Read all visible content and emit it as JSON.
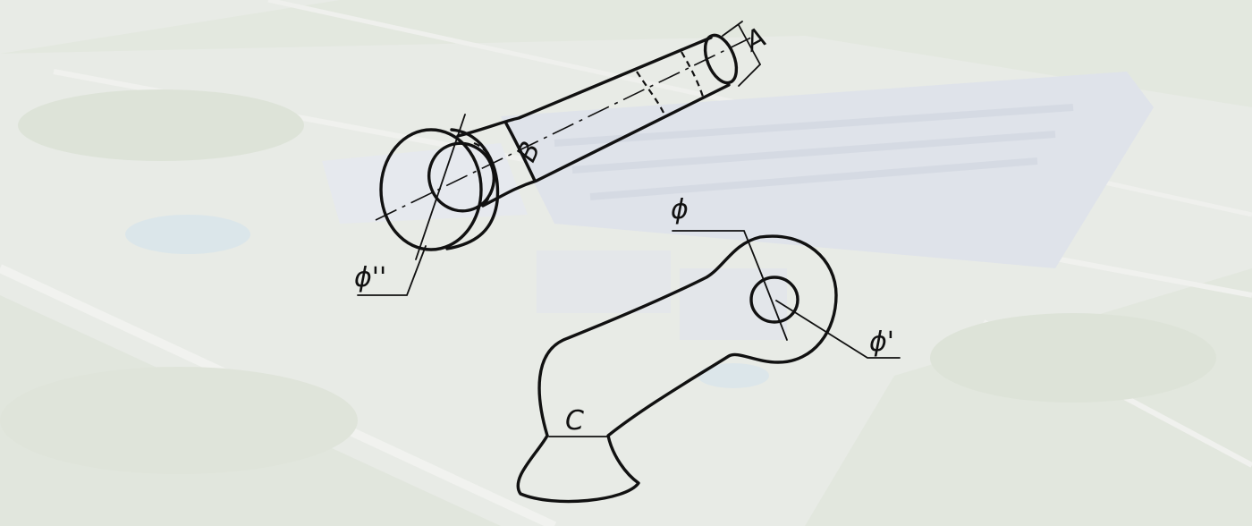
{
  "diagram": {
    "labels": {
      "A": "A",
      "B": "B",
      "C": "C",
      "phi": "ϕ",
      "phi_prime": "ϕ'",
      "phi_double_prime": "ϕ''"
    },
    "colors": {
      "ink": "#111111",
      "background": "#e9ece8"
    },
    "background_description_hidden": false
  }
}
